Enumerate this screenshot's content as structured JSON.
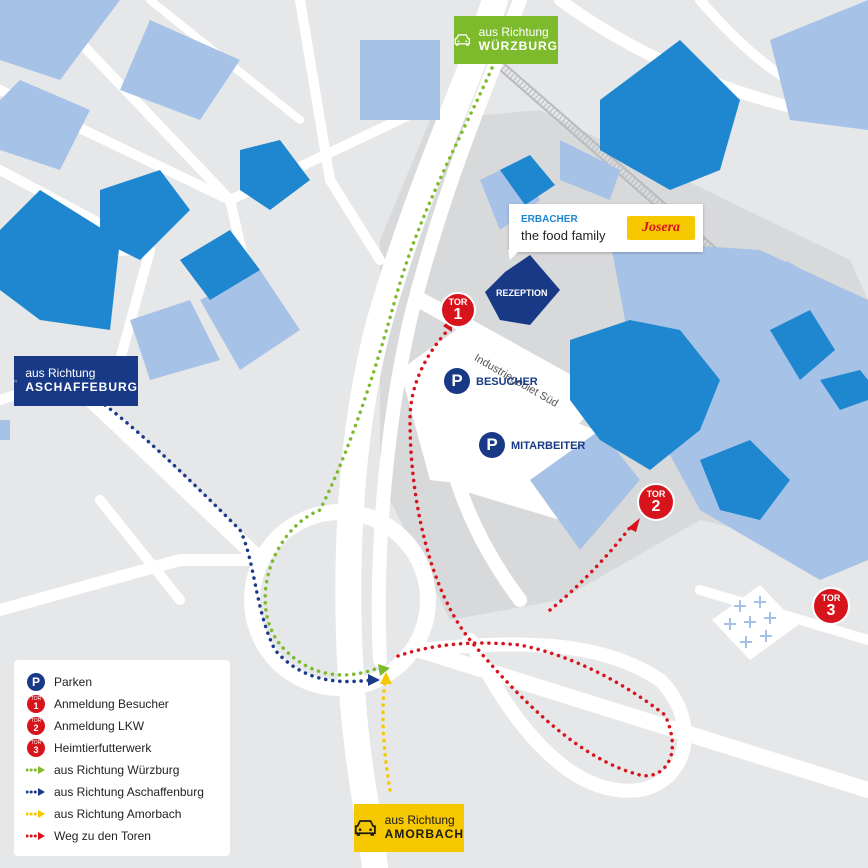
{
  "colors": {
    "background": "#e6e7e9",
    "road": "#ffffff",
    "building_dark": "#1e87cf",
    "building_light": "#a6c3e7",
    "navy": "#183a86",
    "red": "#d7141c",
    "green": "#7dbb2c",
    "yellow": "#f5c800",
    "navy_route": "#1c3a8a"
  },
  "signs": {
    "wuerzburg": {
      "pre": "aus Richtung",
      "city": "WÜRZBURG",
      "icon": "car-icon",
      "color": "#7dbb2c"
    },
    "aschaffenburg": {
      "pre": "aus Richtung",
      "city": "ASCHAFFEBURG",
      "icon": "car-icon",
      "color": "#183a86"
    },
    "amorbach": {
      "pre": "aus Richtung",
      "city": "AMORBACH",
      "icon": "car-icon",
      "color": "#f5c800"
    }
  },
  "company": {
    "line1": "ERBACHER",
    "line2": "the food family",
    "logo_text": "Josera"
  },
  "rezeption": "REZEPTION",
  "street": "Industriegebiet Süd",
  "parking": [
    {
      "letter": "P",
      "label": "BESUCHER"
    },
    {
      "letter": "P",
      "label": "MITARBEITER"
    }
  ],
  "gates": [
    {
      "word": "TOR",
      "number": "1"
    },
    {
      "word": "TOR",
      "number": "2"
    },
    {
      "word": "TOR",
      "number": "3"
    }
  ],
  "legend": [
    {
      "icon": "parking-icon",
      "symbol": "P",
      "label": "Parken"
    },
    {
      "icon": "gate-1-icon",
      "symbol": "1",
      "label": "Anmeldung Besucher"
    },
    {
      "icon": "gate-2-icon",
      "symbol": "2",
      "label": "Anmeldung LKW"
    },
    {
      "icon": "gate-3-icon",
      "symbol": "3",
      "label": "Heimtierfutterwerk"
    },
    {
      "icon": "green-route-icon",
      "color": "#7dbb2c",
      "label": "aus Richtung Würzburg"
    },
    {
      "icon": "navy-route-icon",
      "color": "#1c3a8a",
      "label": "aus Richtung Aschaffenburg"
    },
    {
      "icon": "yellow-route-icon",
      "color": "#f5c800",
      "label": "aus Richtung Amorbach"
    },
    {
      "icon": "red-route-icon",
      "color": "#d7141c",
      "label": "Weg zu den Toren"
    }
  ],
  "legend_tor_word": "TOR"
}
